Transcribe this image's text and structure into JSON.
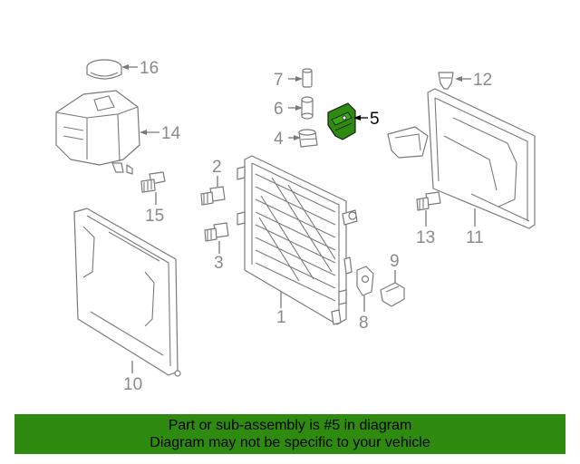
{
  "callouts": {
    "c1": "1",
    "c2": "2",
    "c3": "3",
    "c4": "4",
    "c5": "5",
    "c6": "6",
    "c7": "7",
    "c8": "8",
    "c9": "9",
    "c10": "10",
    "c11": "11",
    "c12": "12",
    "c13": "13",
    "c14": "14",
    "c15": "15",
    "c16": "16"
  },
  "highlight": {
    "part": "5",
    "color": "#2e8b0f"
  },
  "banner": {
    "line1": "Part or sub-assembly is #5 in diagram",
    "line2": "Diagram may not be specific to your vehicle",
    "background": "#2e8b0f"
  }
}
